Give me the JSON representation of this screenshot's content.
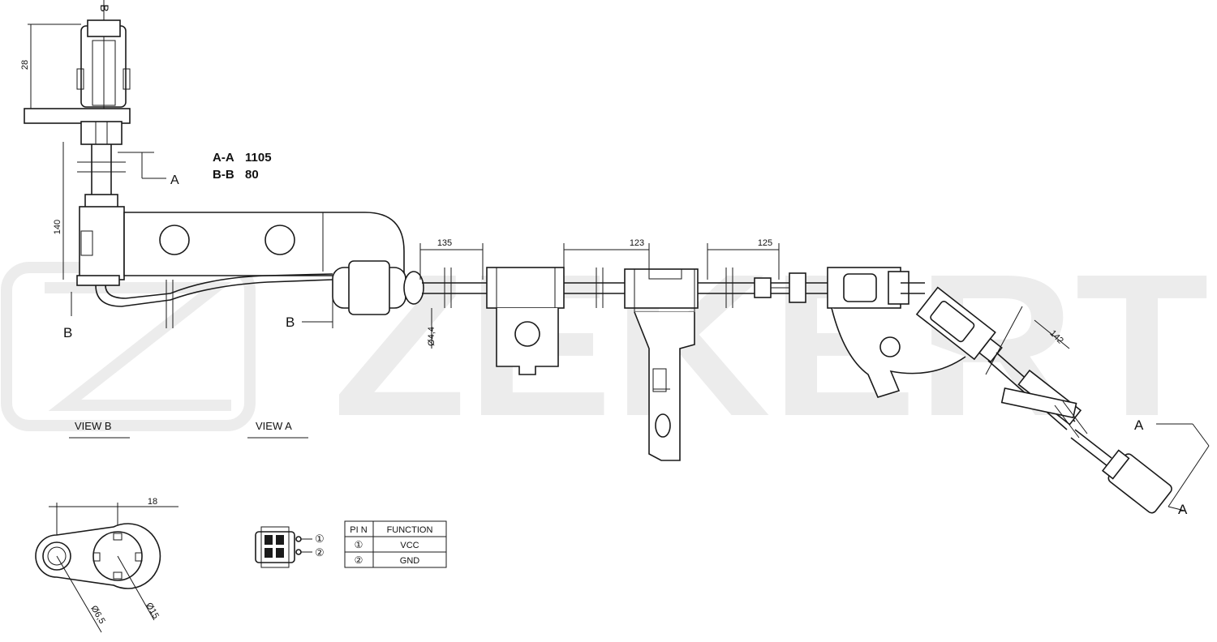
{
  "watermark": {
    "brand": "ZEKERT",
    "color": "#ececec"
  },
  "section_notes": [
    {
      "label": "A-A",
      "value": "1105"
    },
    {
      "label": "B-B",
      "value": "80"
    }
  ],
  "section_markers": {
    "a": "A",
    "b": "B"
  },
  "dimensions": {
    "connector_height": "28",
    "upper_length": "140",
    "segment_1": "135",
    "segment_2": "123",
    "segment_3": "125",
    "segment_4": "142",
    "cable_diameter": "Ø4,4",
    "view_b_width": "18",
    "hole_small": "Ø6,5",
    "hole_large": "Ø15"
  },
  "views": {
    "view_b": "VIEW B",
    "view_a": "VIEW A"
  },
  "pin_table": {
    "headers": [
      "PI N",
      "FUNCTION"
    ],
    "rows": [
      {
        "pin": "①",
        "function": "VCC"
      },
      {
        "pin": "②",
        "function": "GND"
      }
    ]
  },
  "pin_callouts": [
    "①",
    "②"
  ]
}
